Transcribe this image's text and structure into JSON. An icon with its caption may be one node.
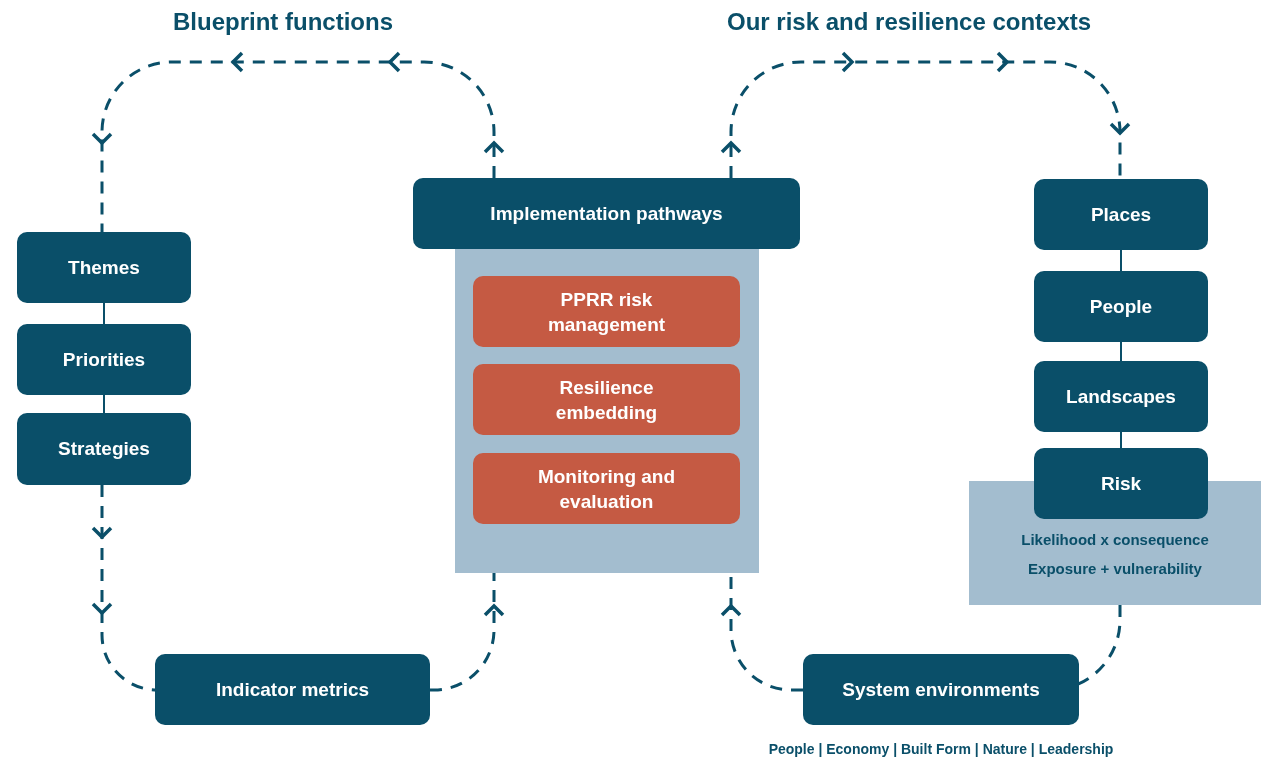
{
  "diagram": {
    "nodes": [
      {
        "text": [
          "Themes"
        ]
      },
      {
        "text": [
          "Priorities"
        ]
      },
      {
        "text": [
          "Strategies"
        ]
      },
      {
        "text": [
          "Indicator metrics"
        ]
      },
      {
        "text": [
          "Implementation pathways"
        ]
      },
      {
        "text": [],
        "shape": "box"
      },
      {
        "text": [
          "PPRR risk management"
        ],
        "in": 5
      },
      {
        "text": [
          "Resilience embedding"
        ],
        "in": 5
      },
      {
        "text": [
          "Monitoring and evaluation"
        ],
        "in": 5
      },
      {
        "text": [
          "Places"
        ]
      },
      {
        "text": [
          "People"
        ]
      },
      {
        "text": [
          "Landscapes"
        ]
      },
      {
        "text": [
          "Risk"
        ]
      },
      {
        "text": [
          "Likelihood x consequence",
          "Exposure + vulnerability"
        ]
      },
      {
        "text": [
          "System environments"
        ],
        "beside": [
          "People | Economy | Built Form | Nature | Leadership"
        ]
      }
    ],
    "edges": [
      {
        "from": 4,
        "to": 0,
        "arrow": "to",
        "style": "dashed"
      },
      {
        "from": 0,
        "to": 1,
        "arrow": "none"
      },
      {
        "from": 1,
        "to": 2,
        "arrow": "none"
      },
      {
        "from": 2,
        "to": 3,
        "arrow": "to",
        "style": "dashed"
      },
      {
        "from": 3,
        "to": 5,
        "arrow": "to",
        "style": "dashed"
      },
      {
        "from": 4,
        "to": 9,
        "arrow": "to",
        "style": "dashed"
      },
      {
        "from": 9,
        "to": 10,
        "arrow": "none"
      },
      {
        "from": 10,
        "to": 11,
        "arrow": "none"
      },
      {
        "from": 11,
        "to": 12,
        "arrow": "none"
      },
      {
        "from": 13,
        "to": 14,
        "arrow": "none",
        "style": "dashed"
      },
      {
        "from": 14,
        "to": 5,
        "arrow": "to",
        "style": "dashed"
      }
    ],
    "labels": [
      "Blueprint functions",
      "Our risk and resilience contexts"
    ]
  }
}
